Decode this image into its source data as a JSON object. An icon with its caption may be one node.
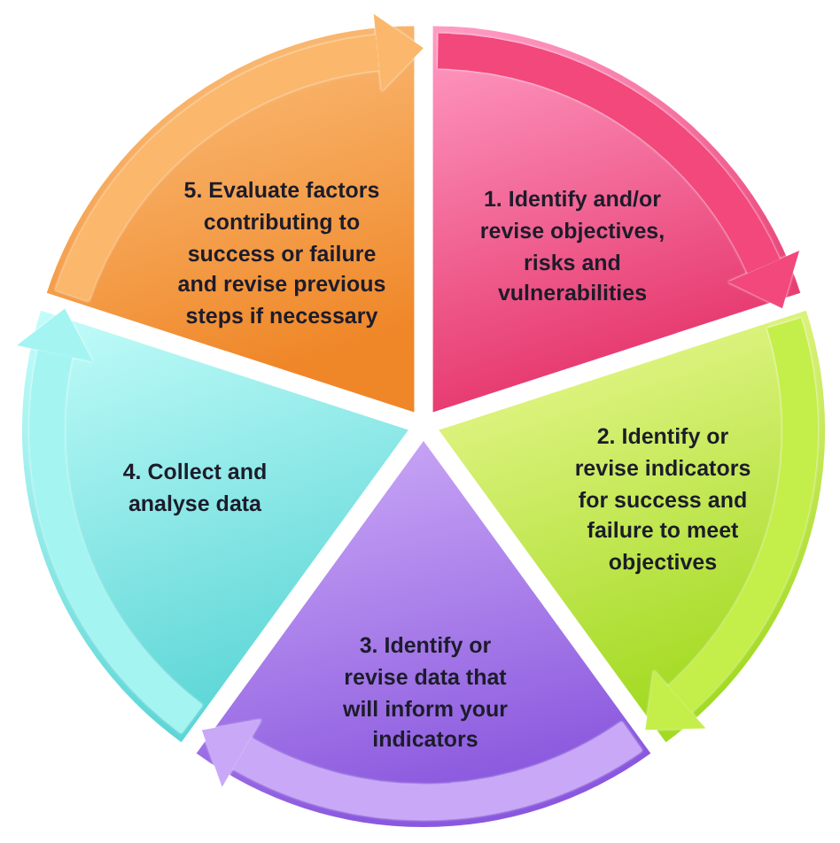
{
  "diagram": {
    "nodes": [
      {
        "text": [
          "1. Identify and/or revise objectives, risks and vulnerabilities"
        ]
      },
      {
        "text": [
          "2. Identify or revise indicators for success and failure to meet objectives"
        ]
      },
      {
        "text": [
          "3. Identify or revise data that will inform your indicators"
        ]
      },
      {
        "text": [
          "4. Collect and analyse data"
        ]
      },
      {
        "text": [
          "5. Evaluate factors contributing to success or failure and revise previous steps if necessary"
        ]
      }
    ],
    "edges": [
      {
        "from": 0,
        "to": 1,
        "arrow": "to",
        "color": "#f2487c"
      },
      {
        "from": 1,
        "to": 2,
        "arrow": "to",
        "color": "#c4ef4a"
      },
      {
        "from": 2,
        "to": 3,
        "arrow": "to",
        "color": "#c9a8f7"
      },
      {
        "from": 3,
        "to": 4,
        "arrow": "to",
        "color": "#a4f5f2"
      },
      {
        "from": 4,
        "to": 0,
        "arrow": "to",
        "color": "#fbb86c"
      }
    ]
  }
}
